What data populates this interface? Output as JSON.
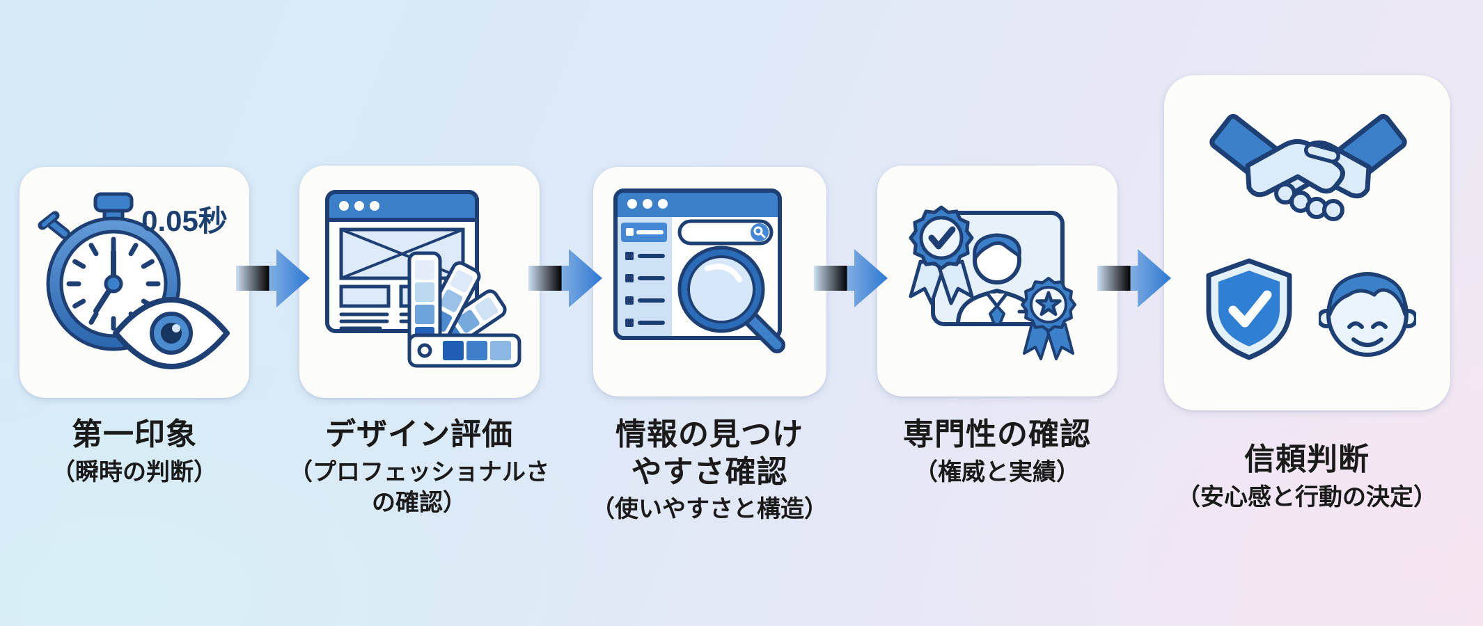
{
  "diagram": {
    "kind": "process-flow",
    "language": "ja",
    "steps": [
      {
        "id": "first-impression",
        "icon": "stopwatch-eye-icon",
        "timer_label": "0.05秒",
        "title": "第一印象",
        "subtitle": "（瞬時の判断）"
      },
      {
        "id": "design-evaluation",
        "icon": "browser-wireframe-color-swatches-icon",
        "title": "デザイン評価",
        "subtitle_line1": "（プロフェッショナルさ",
        "subtitle_line2": "の確認）"
      },
      {
        "id": "findability-check",
        "icon": "browser-search-magnifier-icon",
        "title_line1": "情報の見つけ",
        "title_line2": "やすさ確認",
        "subtitle": "（使いやすさと構造）"
      },
      {
        "id": "expertise-check",
        "icon": "certificate-badge-person-icon",
        "title": "専門性の確認",
        "subtitle": "（権威と実績）"
      },
      {
        "id": "trust-decision",
        "icon": "handshake-shield-smile-icon",
        "title": "信頼判断",
        "subtitle": "（安心感と行動の決定）"
      }
    ],
    "colors": {
      "outline_navy": "#1d3f74",
      "primary_blue": "#3b80c8",
      "selected_blue": "#4487d4",
      "light_blue": "#d9e9f8",
      "card_bg": "#fcfcfa",
      "arrow_tail": "#c6ddf3",
      "arrow_head": "#2e78d2",
      "label_text": "#1a1a1a",
      "timer_text": "#1c4070",
      "bg_top_left": "#d6eaf8",
      "bg_bottom_right": "#f3e9f3"
    }
  }
}
